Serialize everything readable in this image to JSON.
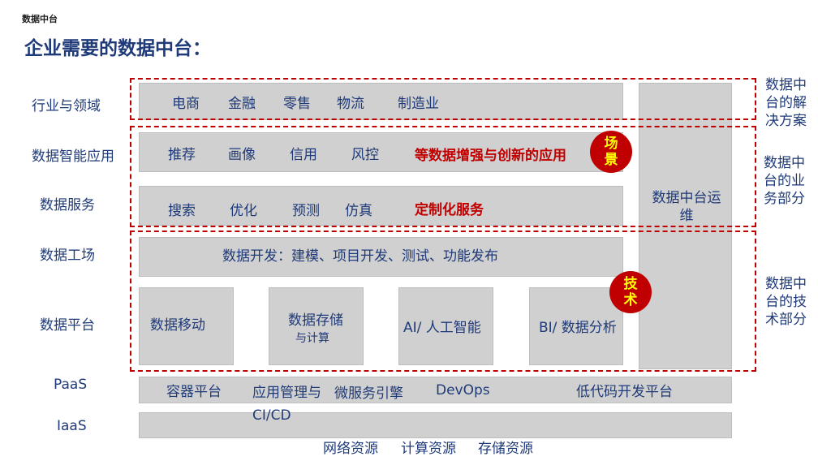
{
  "header": {
    "small_title": "数据中台",
    "title": "企业需要的数据中台："
  },
  "rows": {
    "industry": "行业与领域",
    "intelligent_apps": "数据智能应用",
    "services": "数据服务",
    "factory": "数据工场",
    "platform": "数据平台",
    "paas": "PaaS",
    "iaas": "IaaS"
  },
  "industry_items": [
    "电商",
    "金融",
    "零售",
    "物流",
    "制造业"
  ],
  "app_items": [
    "推荐",
    "画像",
    "信用",
    "风控"
  ],
  "app_highlight": "等数据增强与创新的应用",
  "service_items": [
    "搜索",
    "优化",
    "预测",
    "仿真"
  ],
  "service_highlight": "定制化服务",
  "factory_text": "数据开发：建模、项目开发、测试、功能发布",
  "platform_items": {
    "move": "数据移动",
    "storage_line1": "数据存储",
    "storage_line2": "与计算",
    "ai": "AI/ 人工智能",
    "bi": "BI/ 数据分析"
  },
  "paas_items": [
    "容器平台",
    "应用管理与 CI/CD",
    "微服务引擎",
    "DevOps",
    "低代码开发平台"
  ],
  "iaas_items": [
    "网络资源",
    "计算资源",
    "存储资源"
  ],
  "ops": "数据中台运维",
  "badges": {
    "scene": "场景",
    "tech": "技术"
  },
  "right_labels": {
    "solution": "数据中台的解决方案",
    "business": "数据中台的业务部分",
    "technology": "数据中台的技术部分"
  },
  "colors": {
    "navy": "#1f3a78",
    "red": "#c00000",
    "yellow": "#ffff00",
    "gray": "#d0d0d0"
  }
}
